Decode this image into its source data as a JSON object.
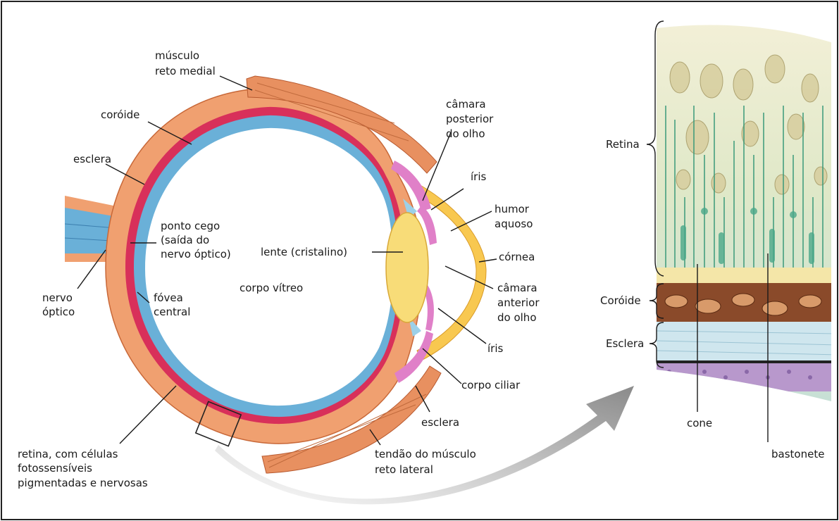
{
  "labels": {
    "musculo_reto_medial": [
      "músculo",
      "reto medial"
    ],
    "coroide": "coróide",
    "esclera_left": "esclera",
    "ponto_cego": [
      "ponto cego",
      "(saída do",
      "nervo óptico)"
    ],
    "nervo_optico": [
      "nervo",
      "óptico"
    ],
    "fovea_central": [
      "fóvea",
      "central"
    ],
    "corpo_vitreo": "corpo vítreo",
    "lente": "lente (cristalino)",
    "camara_posterior": [
      "câmara",
      "posterior",
      "do olho"
    ],
    "iris_top": "íris",
    "humor_aquoso": [
      "humor",
      "aquoso"
    ],
    "cornea": "córnea",
    "camara_anterior": [
      "câmara",
      "anterior",
      "do olho"
    ],
    "iris_bottom": "íris",
    "corpo_ciliar": "corpo ciliar",
    "esclera_bottom": "esclera",
    "tendao": [
      "tendão do músculo",
      "reto lateral"
    ],
    "retina_celulas": [
      "retina, com células",
      "fotossensíveis",
      "pigmentadas e nervosas"
    ],
    "retina_layer": "Retina",
    "coroide_layer": "Coróide",
    "esclera_layer": "Esclera",
    "cone": "cone",
    "bastonete": "bastonete"
  },
  "colors": {
    "sclera": "#f0a070",
    "choroid_red": "#d8305a",
    "retina_blue": "#6ab0d8",
    "lens": "#f8dc78",
    "cornea": "#f8c850",
    "iris_pink": "#e080c8",
    "muscle": "#e89060",
    "arrow_gray": "#a0a0a0"
  }
}
